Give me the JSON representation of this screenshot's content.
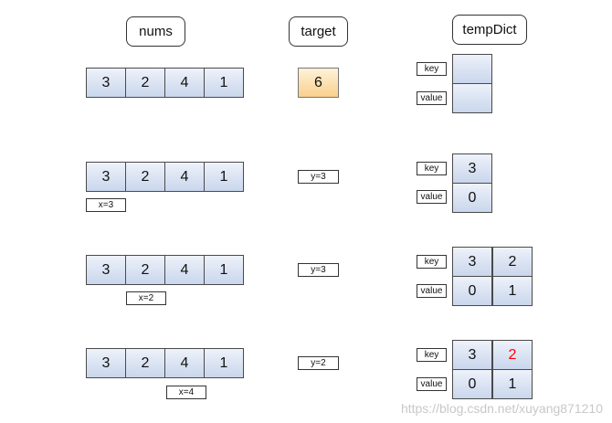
{
  "headers": {
    "nums": "nums",
    "target": "target",
    "tempDict": "tempDict"
  },
  "nums_values": [
    "3",
    "2",
    "4",
    "1"
  ],
  "target_value": "6",
  "dict_labels": {
    "key": "key",
    "value": "value"
  },
  "steps": [
    {
      "x_label": "",
      "y_label": "",
      "dict_keys": [
        "",
        ""
      ],
      "dict_values": [
        "",
        ""
      ]
    },
    {
      "x_label": "x=3",
      "y_label": "y=3",
      "dict_keys": [
        "3"
      ],
      "dict_values": [
        "0"
      ]
    },
    {
      "x_label": "x=2",
      "y_label": "y=3",
      "dict_keys": [
        "3",
        "2"
      ],
      "dict_values": [
        "0",
        "1"
      ]
    },
    {
      "x_label": "x=4",
      "y_label": "y=2",
      "dict_keys": [
        "3",
        "2"
      ],
      "dict_values": [
        "0",
        "1"
      ]
    }
  ],
  "highlight_color": "#ff0000",
  "watermark": "https://blog.csdn.net/xuyang871210"
}
